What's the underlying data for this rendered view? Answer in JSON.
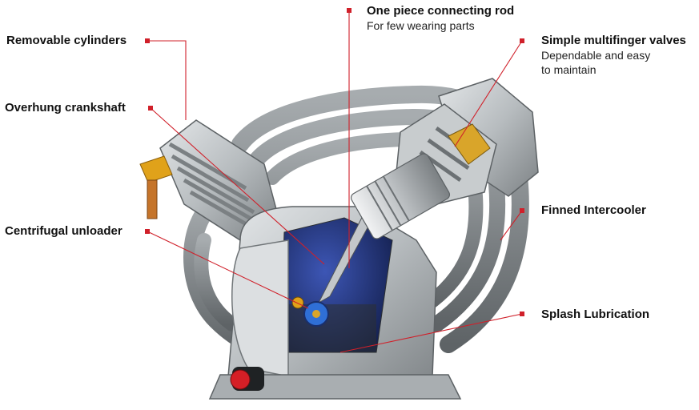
{
  "labels": {
    "removable_cylinders": "Removable cylinders",
    "overhung_crankshaft": "Overhung crankshaft",
    "centrifugal_unloader": "Centrifugal unloader",
    "connecting_rod": "One piece connecting rod",
    "connecting_rod_sub": "For few wearing parts",
    "valves": "Simple multifinger valves",
    "valves_sub_1": "Dependable and easy",
    "valves_sub_2": "to maintain",
    "intercooler": "Finned Intercooler",
    "splash": "Splash Lubrication"
  },
  "colors": {
    "callout": "#d0202a",
    "metal": "#b8bcbf",
    "metal_dark": "#6f7477",
    "hose": "#8d9295",
    "crankcase_blue": "#2b3f8f",
    "brass": "#e0a21a",
    "copper": "#c5742a",
    "cap_red": "#d51f26"
  }
}
